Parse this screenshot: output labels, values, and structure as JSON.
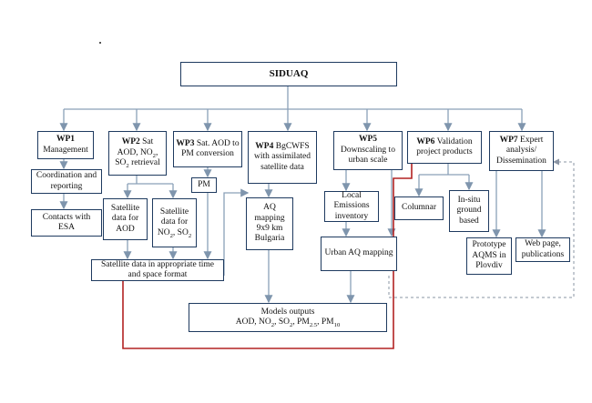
{
  "root": "SIDUAQ",
  "wp1": {
    "title": "WP1",
    "body": "Management"
  },
  "wp1_sub1": "Coordination and reporting",
  "wp1_sub2": "Contacts with ESA",
  "wp2": {
    "title": "WP2",
    "body_pre": "Sat AOD, NO",
    "body_mid": ", SO",
    "body_post": " retrieval"
  },
  "wp2_sub1": "Satellite data for AOD",
  "wp2_sub2_pre": "Satellite data for NO",
  "wp2_sub2_post": ", SO",
  "wp3": {
    "title": "WP3",
    "body": "Sat. AOD to PM conversion"
  },
  "wp3_sub": "PM",
  "wp4": {
    "title": "WP4",
    "body": "BgCWFS with assimilated satellite data"
  },
  "wp4_sub": "AQ mapping 9x9 km Bulgaria",
  "wp5": {
    "title": "WP5",
    "body": "Downscaling to urban scale"
  },
  "wp5_sub1": "Local Emissions inventory",
  "wp5_sub2": "Urban AQ mapping",
  "wp6": {
    "title": "WP6",
    "body": "Validation project products"
  },
  "wp6_sub1": "Columnar",
  "wp6_sub2": "In-situ ground based",
  "wp7": {
    "title": "WP7",
    "body": "Expert analysis/ Dissemination"
  },
  "wp7_sub1": "Prototype AQMS in Plovdiv",
  "wp7_sub2": "Web page, publications",
  "sat_format": "Satellite data in appropriate time and space format",
  "models": {
    "line1": "Models outputs",
    "aod": "AOD, NO",
    "so2": ", SO",
    "pm25": ", PM",
    "pm10": ", PM"
  },
  "subscripts": {
    "two": "2",
    "pm25": "2.5",
    "pm10": "10"
  },
  "colors": {
    "box_border": "#1e3a5f",
    "connector": "#8aa0b8",
    "feedback": "#b22222",
    "dashed": "#8a94a3"
  }
}
